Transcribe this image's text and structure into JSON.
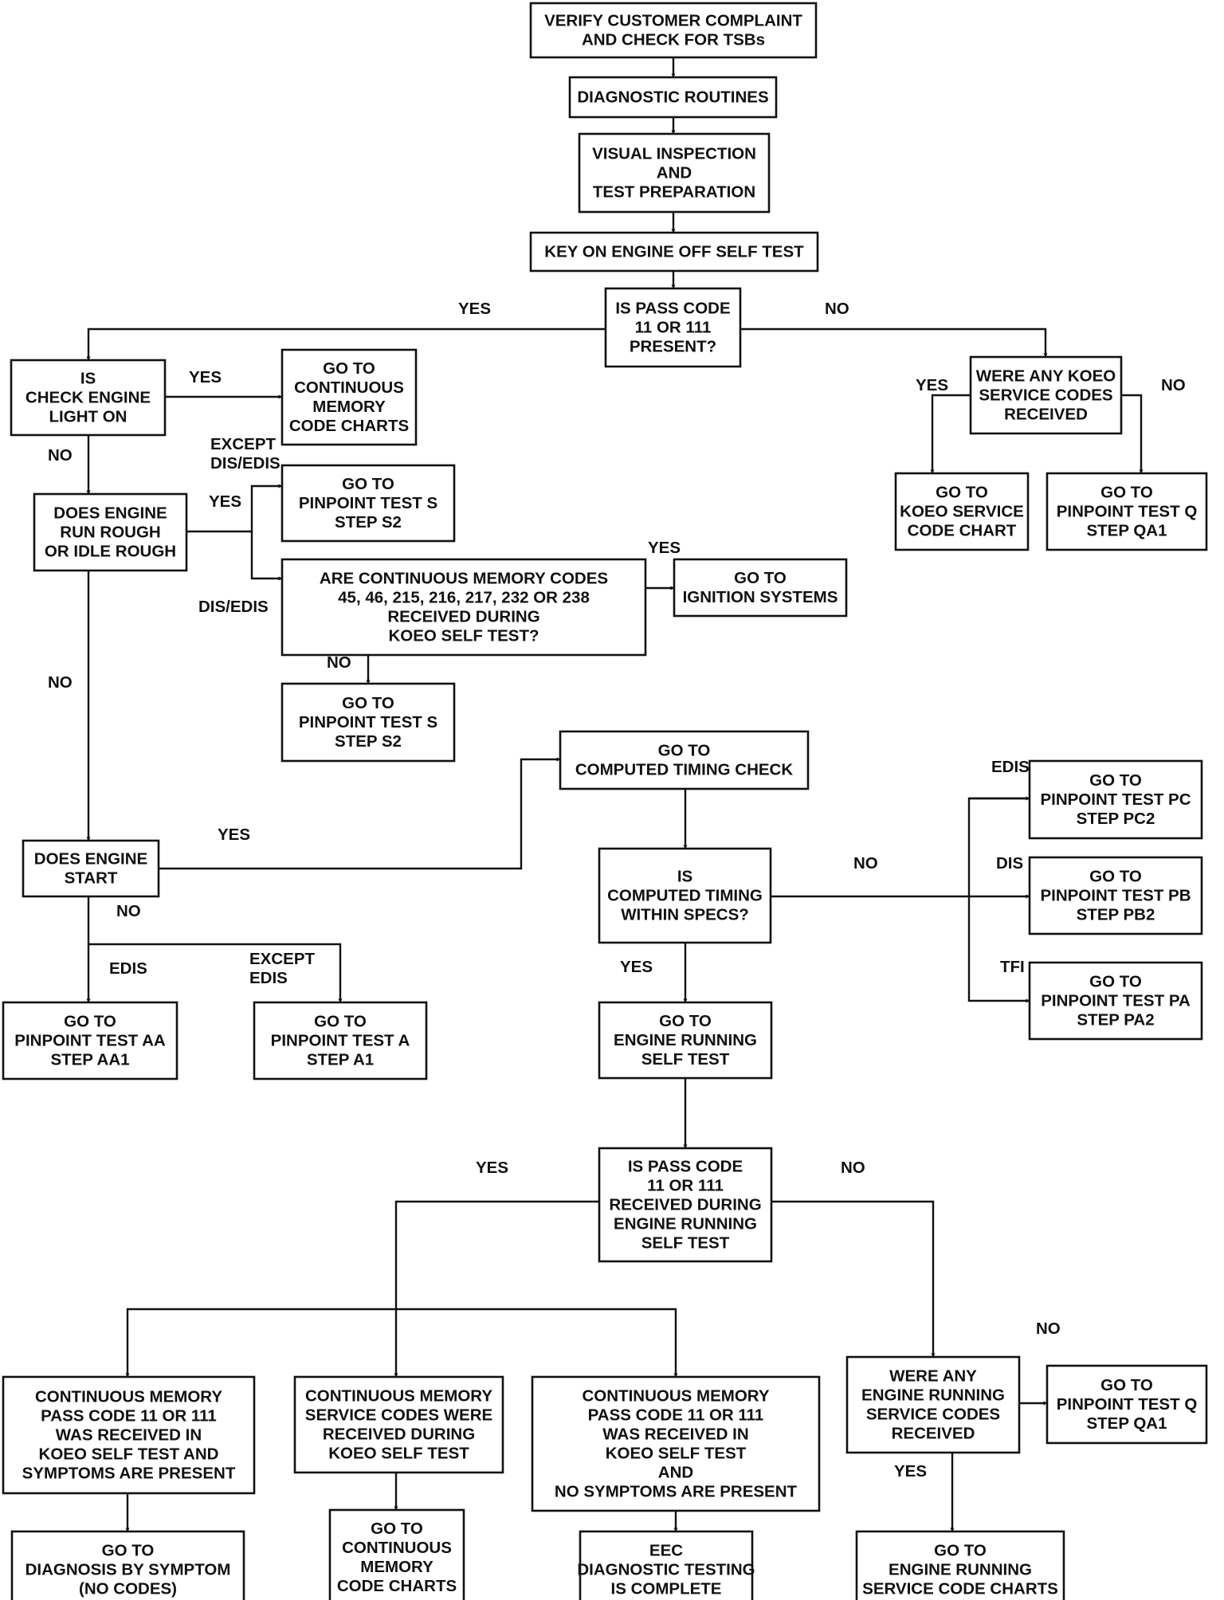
{
  "nodes": {
    "verify": [
      "VERIFY CUSTOMER COMPLAINT",
      "AND CHECK FOR TSBs"
    ],
    "diag_routines": [
      "DIAGNOSTIC ROUTINES"
    ],
    "visual": [
      "VISUAL INSPECTION",
      "AND",
      "TEST PREPARATION"
    ],
    "koeo_test": [
      "KEY ON ENGINE OFF SELF TEST"
    ],
    "pass_code_koeo": [
      "IS PASS CODE",
      "11 OR 111",
      "PRESENT?"
    ],
    "check_engine": [
      "IS",
      "CHECK ENGINE",
      "LIGHT ON"
    ],
    "goto_cont_mem_1": [
      "GO TO",
      "CONTINUOUS",
      "MEMORY",
      "CODE CHARTS"
    ],
    "koeo_codes": [
      "WERE ANY KOEO",
      "SERVICE CODES",
      "RECEIVED"
    ],
    "goto_koeo_chart": [
      "GO TO",
      "KOEO SERVICE",
      "CODE CHART"
    ],
    "goto_qa1_1": [
      "GO TO",
      "PINPOINT TEST Q",
      "STEP QA1"
    ],
    "run_rough": [
      "DOES ENGINE",
      "RUN ROUGH",
      "OR IDLE ROUGH"
    ],
    "goto_s2_1": [
      "GO TO",
      "PINPOINT TEST S",
      "STEP S2"
    ],
    "cont_codes_q": [
      "ARE CONTINUOUS MEMORY CODES",
      "45, 46, 215, 216, 217, 232 OR 238",
      "RECEIVED DURING",
      "KOEO SELF TEST?"
    ],
    "goto_ignition": [
      "GO TO",
      "IGNITION SYSTEMS"
    ],
    "goto_s2_2": [
      "GO TO",
      "PINPOINT TEST S",
      "STEP S2"
    ],
    "goto_timing_check": [
      "GO TO",
      "COMPUTED TIMING CHECK"
    ],
    "engine_start": [
      "DOES ENGINE",
      "START"
    ],
    "timing_specs": [
      "IS",
      "COMPUTED TIMING",
      "WITHIN SPECS?"
    ],
    "goto_pc2": [
      "GO TO",
      "PINPOINT TEST PC",
      "STEP PC2"
    ],
    "goto_pb2": [
      "GO TO",
      "PINPOINT TEST PB",
      "STEP PB2"
    ],
    "goto_pa2": [
      "GO TO",
      "PINPOINT TEST PA",
      "STEP PA2"
    ],
    "goto_aa1": [
      "GO TO",
      "PINPOINT TEST AA",
      "STEP AA1"
    ],
    "goto_a1": [
      "GO TO",
      "PINPOINT TEST A",
      "STEP A1"
    ],
    "goto_ers_test": [
      "GO TO",
      "ENGINE RUNNING",
      "SELF TEST"
    ],
    "pass_code_ers": [
      "IS PASS CODE",
      "11 OR 111",
      "RECEIVED DURING",
      "ENGINE RUNNING",
      "SELF TEST"
    ],
    "cm_pass_symptoms": [
      "CONTINUOUS MEMORY",
      "PASS CODE 11 OR 111",
      "WAS  RECEIVED IN",
      "KOEO SELF TEST AND",
      "SYMPTOMS ARE PRESENT"
    ],
    "cm_service_codes": [
      "CONTINUOUS MEMORY",
      "SERVICE CODES WERE",
      "RECEIVED DURING",
      "KOEO SELF TEST"
    ],
    "cm_pass_no_symptoms": [
      "CONTINUOUS MEMORY",
      "PASS CODE 11 OR 111",
      "WAS RECEIVED IN",
      "KOEO SELF TEST",
      "AND",
      "NO SYMPTOMS ARE PRESENT"
    ],
    "er_codes": [
      "WERE ANY",
      "ENGINE RUNNING",
      "SERVICE CODES",
      "RECEIVED"
    ],
    "goto_qa1_2": [
      "GO TO",
      "PINPOINT TEST Q",
      "STEP QA1"
    ],
    "goto_symptom": [
      "GO TO",
      "DIAGNOSIS BY SYMPTOM",
      "(NO CODES)"
    ],
    "goto_cont_mem_2": [
      "GO TO",
      "CONTINUOUS",
      "MEMORY",
      "CODE CHARTS"
    ],
    "eec_complete": [
      "EEC",
      "DIAGNOSTIC TESTING",
      "IS COMPLETE"
    ],
    "goto_er_chart": [
      "GO TO",
      "ENGINE RUNNING",
      "SERVICE CODE CHARTS"
    ]
  },
  "edge_labels": {
    "yes_koeo_pass": "YES",
    "no_koeo_pass": "NO",
    "yes_check_engine": "YES",
    "no_check_engine": "NO",
    "yes_koeo_codes": "YES",
    "no_koeo_codes": "NO",
    "except_dis_edis": [
      "EXCEPT",
      "DIS/EDIS"
    ],
    "yes_run_rough": "YES",
    "dis_edis": "DIS/EDIS",
    "yes_cont_codes": "YES",
    "no_cont_codes": "NO",
    "no_run_rough": "NO",
    "yes_engine_start": "YES",
    "no_engine_start": "NO",
    "edis_left": "EDIS",
    "except_edis": [
      "EXCEPT",
      "EDIS"
    ],
    "no_timing": "NO",
    "edis_right": "EDIS",
    "dis_right": "DIS",
    "tfi": "TFI",
    "yes_timing": "YES",
    "yes_ers_pass": "YES",
    "no_ers_pass": "NO",
    "no_er_codes": "NO",
    "yes_er_codes": "YES"
  }
}
